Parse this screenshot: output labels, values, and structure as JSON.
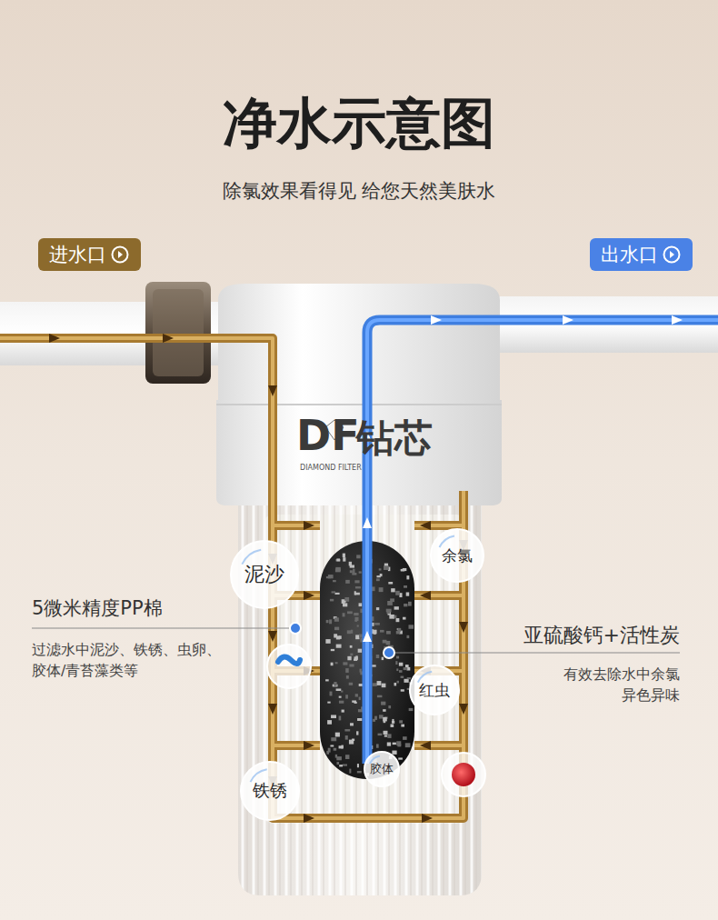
{
  "diagram": {
    "title": "净水示意图",
    "nodes": [
      {
        "text": [
          "进水口"
        ]
      },
      {
        "text": [
          "出水口"
        ]
      },
      {
        "text": [
          "余氯"
        ]
      },
      {
        "text": [
          "泥沙"
        ]
      },
      {
        "text": [
          "红虫"
        ]
      },
      {
        "text": [
          "胶体"
        ]
      },
      {
        "text": [
          "铁锈"
        ]
      }
    ],
    "labels": [
      "除氯效果看得见 给您天然美肤水",
      "DF",
      "钻芯",
      "DIAMOND FILTER",
      "5微米精度PP棉",
      "过滤水中泥沙、铁锈、虫卵、胶体/青苔藻类等",
      "亚硫酸钙+活性炭",
      "有效去除水中余氯 异色异味"
    ]
  }
}
